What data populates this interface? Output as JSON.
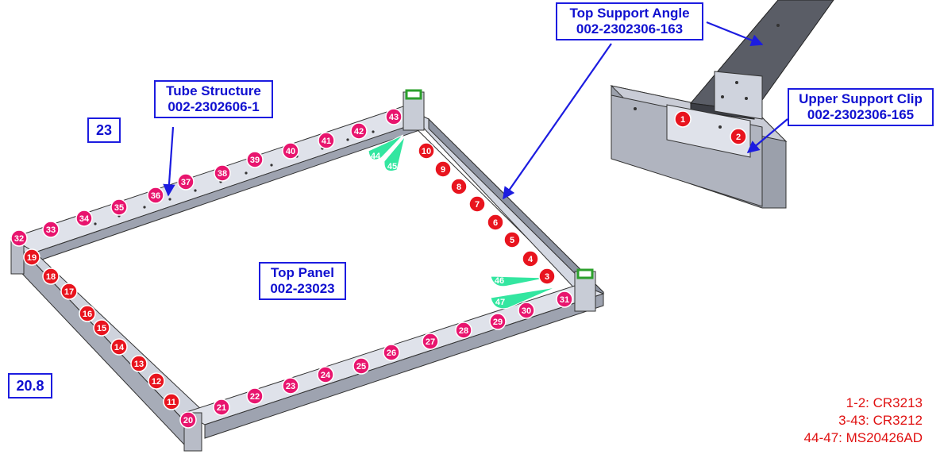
{
  "labels": {
    "top_support_angle": {
      "name": "Top Support Angle",
      "part": "002-2302306-163"
    },
    "upper_support_clip": {
      "name": "Upper Support Clip",
      "part": "002-2302306-165"
    },
    "tube_structure": {
      "name": "Tube Structure",
      "part": "002-2302606-1"
    },
    "top_panel": {
      "name": "Top Panel",
      "part": "002-23023"
    }
  },
  "dimensions": {
    "width": "23",
    "depth": "20.8"
  },
  "legend": [
    "1-2: CR3213",
    "3-43: CR3212",
    "44-47: MS20426AD"
  ],
  "rivets": {
    "detail": [
      "1",
      "2"
    ],
    "red": [
      "3",
      "4",
      "5",
      "6",
      "7",
      "8",
      "9",
      "10",
      "11",
      "12",
      "13",
      "14",
      "15",
      "16",
      "17",
      "18",
      "19"
    ],
    "pink": [
      "20",
      "21",
      "22",
      "23",
      "24",
      "25",
      "26",
      "27",
      "28",
      "29",
      "30",
      "31",
      "32",
      "33",
      "34",
      "35",
      "36",
      "37",
      "38",
      "39",
      "40",
      "41",
      "42",
      "43"
    ],
    "green": [
      "44",
      "45",
      "46",
      "47"
    ]
  },
  "colors": {
    "label_blue": "#1c1ce0",
    "red": "#e8141e",
    "pink": "#e8156e",
    "green": "#33e6a0",
    "frame": "#c9ccd6"
  }
}
